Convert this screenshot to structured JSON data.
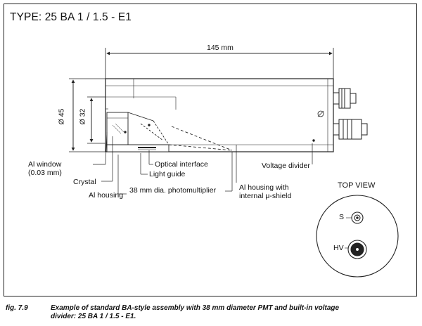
{
  "title": "TYPE: 25 BA 1 / 1.5 - E1",
  "dimensions": {
    "length": "145 mm",
    "outer_diameter": "Ø 45",
    "inner_diameter": "Ø 32"
  },
  "labels": {
    "al_window_line1": "Al window",
    "al_window_line2": "(0.03 mm)",
    "crystal": "Crystal",
    "al_housing": "Al housing",
    "optical_interface": "Optical interface",
    "light_guide": "Light guide",
    "photomultiplier": "38 mm dia. photomultiplier",
    "al_housing_shield_line1": "Al housing with",
    "al_housing_shield_line2": "internal μ-shield",
    "voltage_divider": "Voltage divider"
  },
  "top_view": {
    "title": "TOP VIEW",
    "connector_s": "S",
    "connector_hv": "HV"
  },
  "caption": {
    "number": "fig. 7.9",
    "text": "Example of standard BA-style assembly with 38 mm diameter PMT and built-in voltage divider: 25 BA 1 / 1.5 - E1."
  }
}
